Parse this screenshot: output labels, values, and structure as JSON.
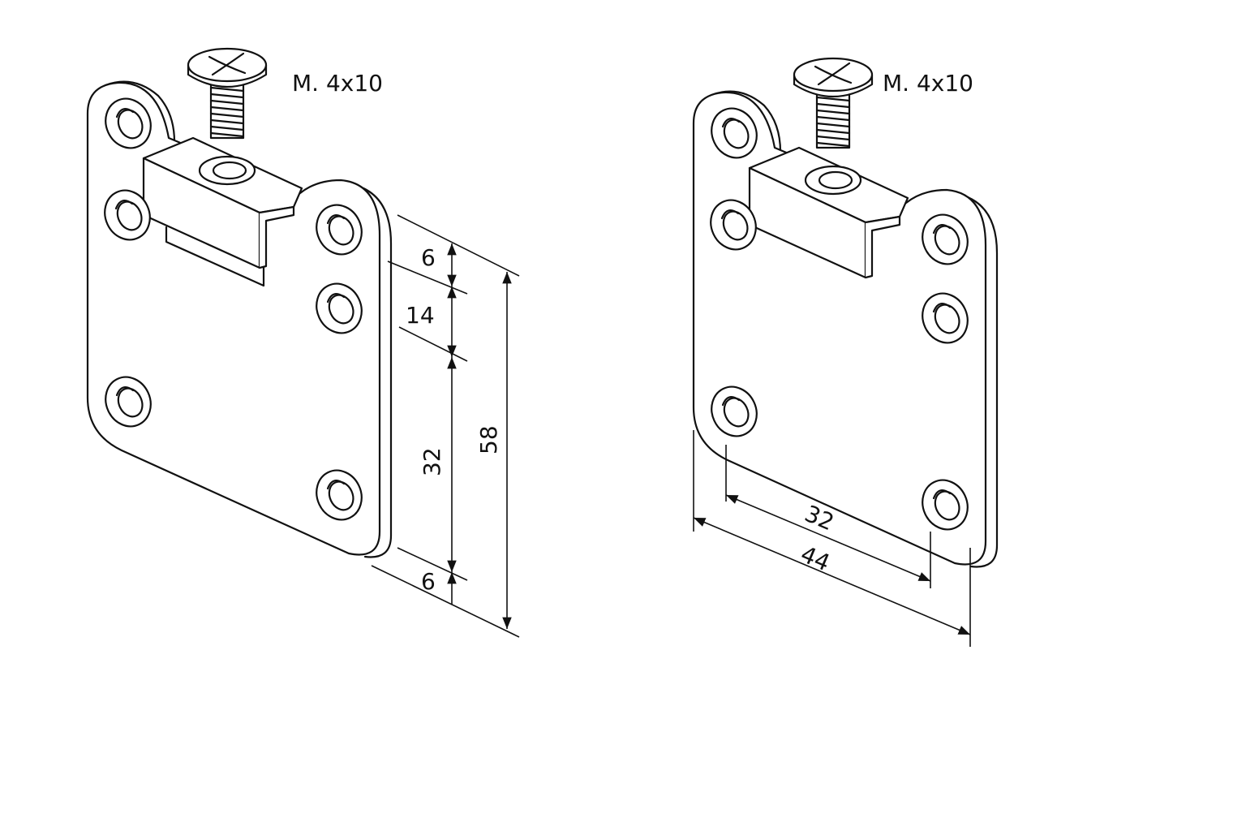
{
  "left_view": {
    "screw_label": "M. 4x10",
    "dimensions": {
      "top_margin": "6",
      "gap": "14",
      "hole_spacing": "32",
      "total_height": "58",
      "bottom_margin": "6"
    }
  },
  "right_view": {
    "screw_label": "M. 4x10",
    "dimensions": {
      "hole_spacing": "32",
      "total_width": "44"
    }
  }
}
